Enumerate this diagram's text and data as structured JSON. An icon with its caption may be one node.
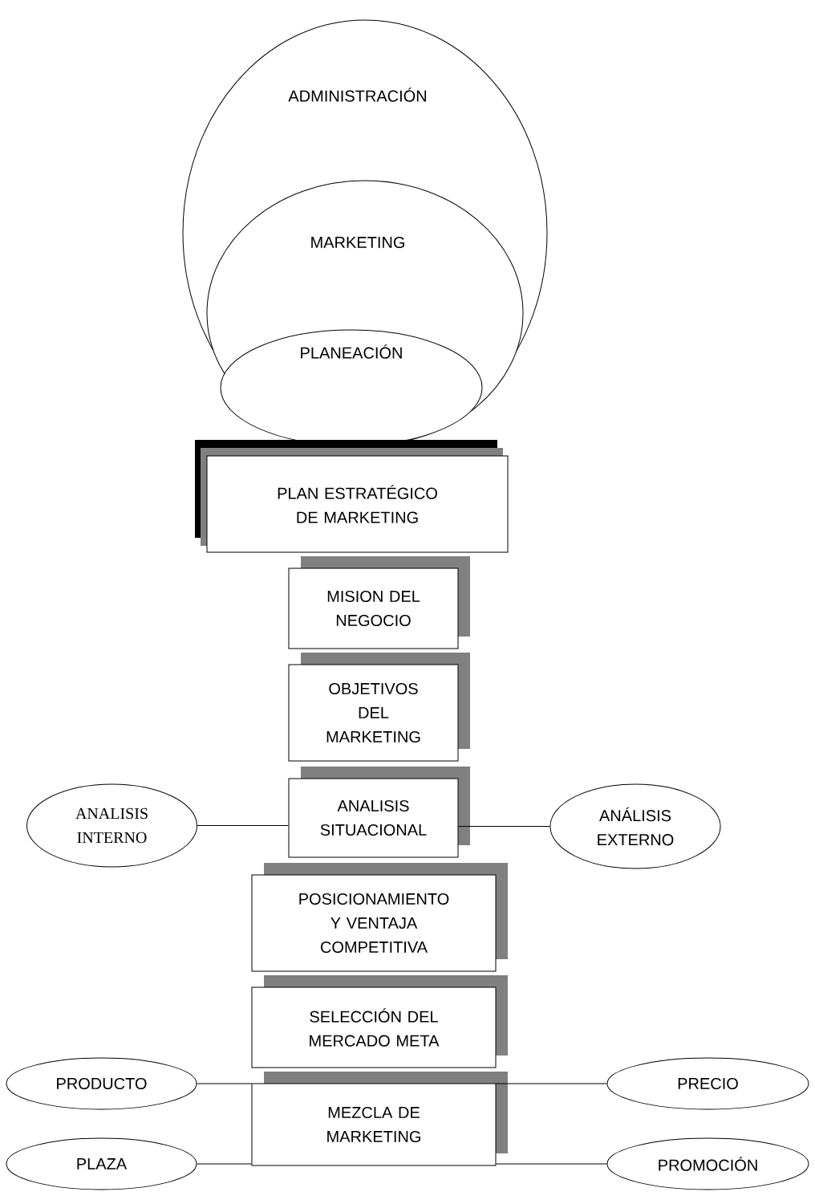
{
  "diagram": {
    "nodes": [
      {
        "text": [
          "ADMINISTRACIÓN"
        ]
      },
      {
        "text": [
          "MARKETING"
        ],
        "in": 0
      },
      {
        "text": [
          "PLANEACIÓN"
        ],
        "in": 1
      },
      {
        "text": [
          "PLAN ESTRATÉGICO DE MARKETING"
        ]
      },
      {
        "text": [
          "MISION DEL NEGOCIO"
        ]
      },
      {
        "text": [
          "OBJETIVOS DEL MARKETING"
        ]
      },
      {
        "text": [
          "ANALISIS SITUACIONAL"
        ]
      },
      {
        "text": [
          "ANALISIS INTERNO"
        ]
      },
      {
        "text": [
          "ANÁLISIS EXTERNO"
        ]
      },
      {
        "text": [
          "POSICIONAMIENTO Y VENTAJA COMPETITIVA"
        ]
      },
      {
        "text": [
          "SELECCIÓN DEL MERCADO META"
        ]
      },
      {
        "text": [
          "MEZCLA DE MARKETING"
        ]
      },
      {
        "text": [
          "PRODUCTO"
        ]
      },
      {
        "text": [
          "PRECIO"
        ]
      },
      {
        "text": [
          "PLAZA"
        ]
      },
      {
        "text": [
          "PROMOCIÓN"
        ]
      }
    ],
    "edges": [
      {
        "from": 7,
        "to": 6,
        "arrow": "none"
      },
      {
        "from": 6,
        "to": 8,
        "arrow": "none"
      },
      {
        "from": 12,
        "to": 11,
        "arrow": "none"
      },
      {
        "from": 11,
        "to": 13,
        "arrow": "none"
      },
      {
        "from": 14,
        "to": 11,
        "arrow": "none"
      },
      {
        "from": 11,
        "to": 15,
        "arrow": "none"
      }
    ]
  }
}
